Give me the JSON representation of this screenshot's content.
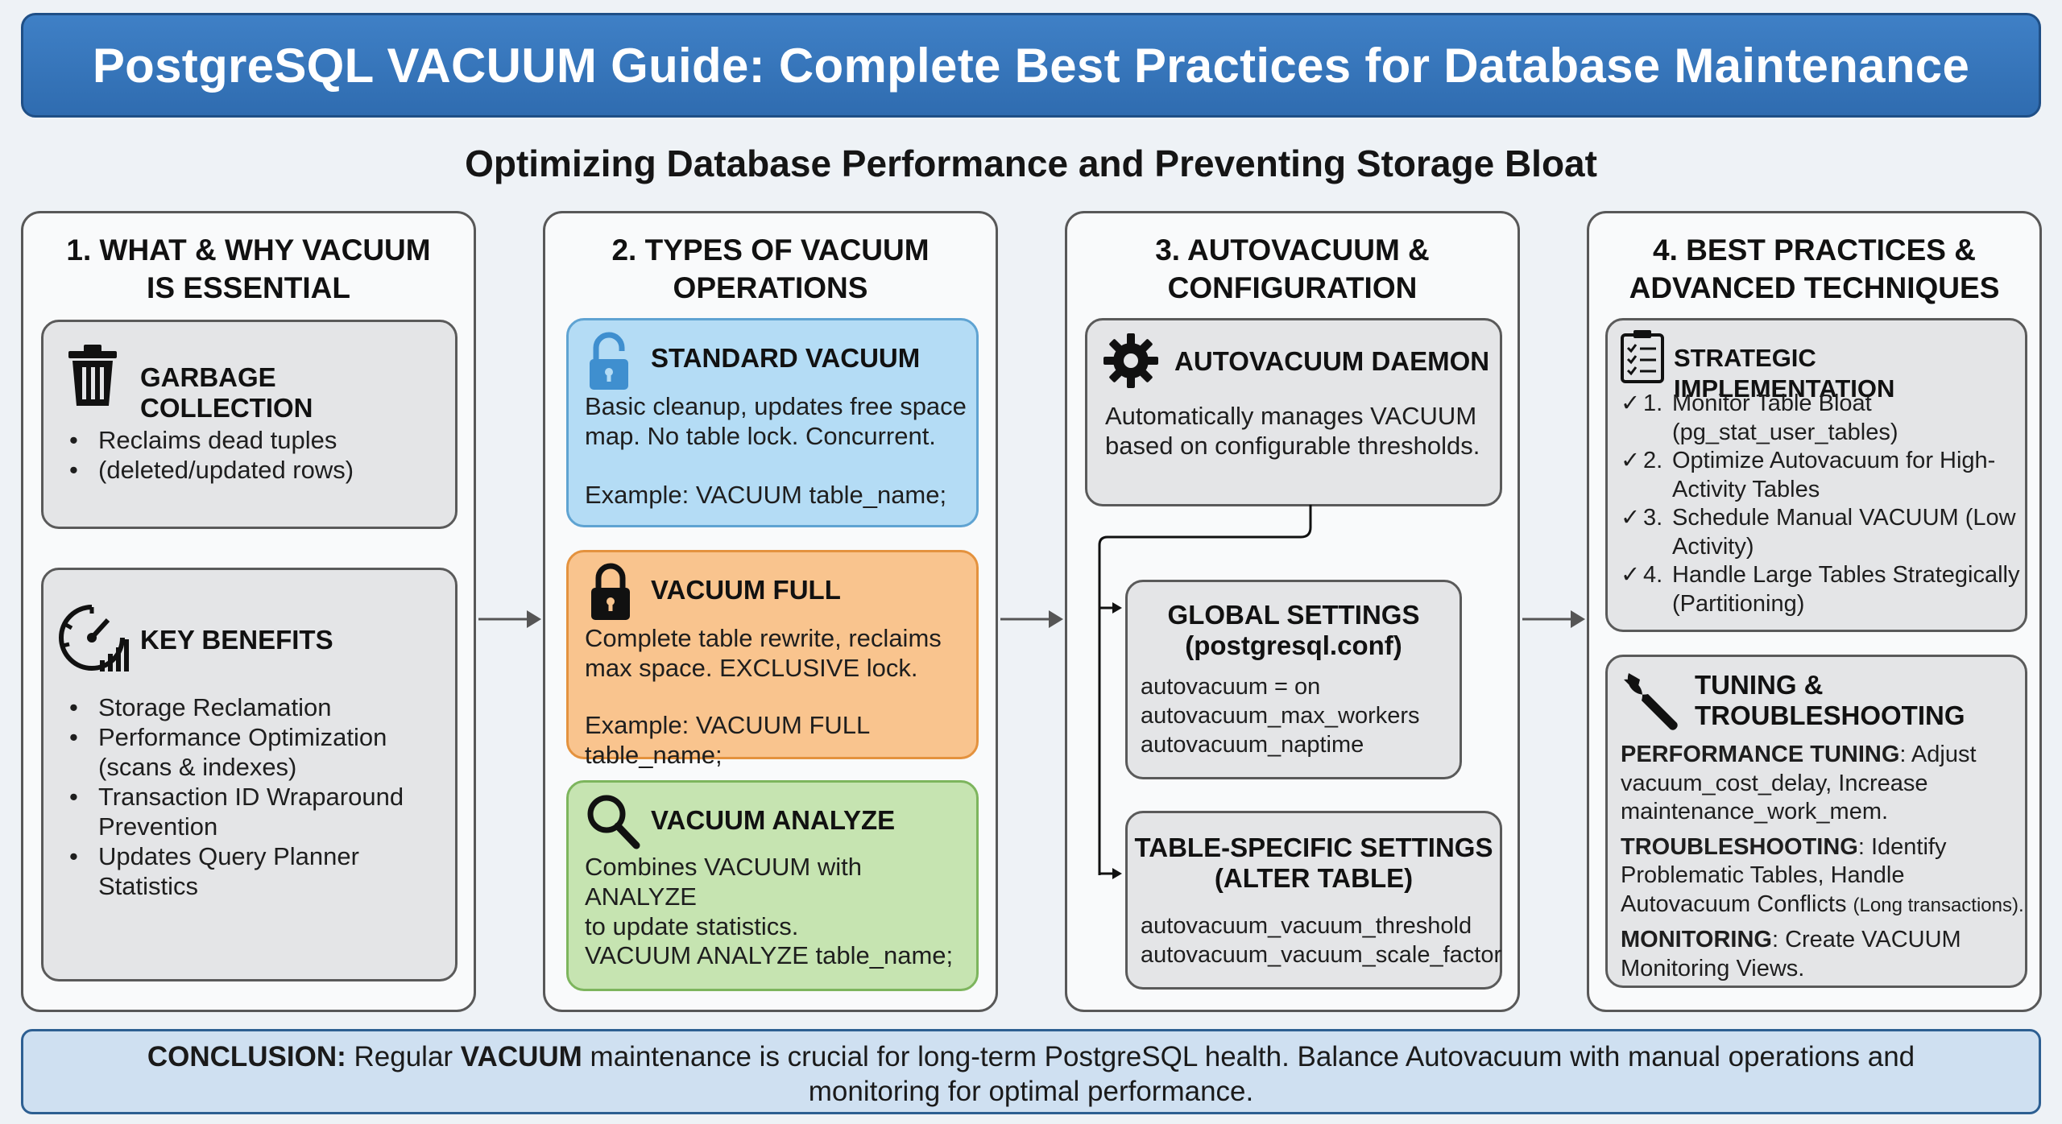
{
  "title": "PostgreSQL VACUUM Guide: Complete Best Practices for Database Maintenance",
  "subtitle": "Optimizing Database Performance and Preventing Storage Bloat",
  "columns": [
    {
      "title_line1": "1.  WHAT & WHY VACUUM",
      "title_line2": "IS ESSENTIAL",
      "cards": [
        {
          "heading": "GARBAGE COLLECTION",
          "icon": "trash-icon",
          "bullets": [
            "Reclaims dead tuples",
            "(deleted/updated rows)"
          ]
        },
        {
          "heading": "KEY BENEFITS",
          "icon": "gauge-icon",
          "bullets": [
            "Storage Reclamation",
            "Performance Optimization",
            "(scans & indexes)",
            "Transaction ID Wraparound",
            "Prevention",
            "Updates Query Planner",
            "Statistics"
          ]
        }
      ]
    },
    {
      "title_line1": "2.  TYPES OF VACUUM",
      "title_line2": "OPERATIONS",
      "cards": [
        {
          "heading": "STANDARD VACUUM",
          "icon": "unlock-icon",
          "desc_line1": "Basic cleanup, updates free space",
          "desc_line2": "map. No table lock. Concurrent.",
          "example": "Example: VACUUM table_name;"
        },
        {
          "heading": "VACUUM FULL",
          "icon": "lock-icon",
          "desc_line1": "Complete table rewrite, reclaims",
          "desc_line2": "max space. EXCLUSIVE lock.",
          "example": "Example: VACUUM FULL table_name;"
        },
        {
          "heading": "VACUUM ANALYZE",
          "icon": "search-icon",
          "desc_line1": "Combines VACUUM with ANALYZE",
          "desc_line2": "to update statistics.",
          "example": "VACUUM ANALYZE table_name;"
        }
      ]
    },
    {
      "title_line1": "3.  AUTOVACUUM &",
      "title_line2": "CONFIGURATION",
      "daemon": {
        "heading": "AUTOVACUUM DAEMON",
        "icon": "gear-icon",
        "desc_line1": "Automatically manages VACUUM",
        "desc_line2": "based on configurable thresholds."
      },
      "global": {
        "heading_line1": "GLOBAL SETTINGS",
        "heading_line2": "(postgresql.conf)",
        "lines": [
          "autovacuum = on",
          "autovacuum_max_workers",
          "autovacuum_naptime"
        ]
      },
      "table": {
        "heading_line1": "TABLE-SPECIFIC SETTINGS",
        "heading_line2": "(ALTER TABLE)",
        "lines": [
          "autovacuum_vacuum_threshold",
          "autovacuum_vacuum_scale_factor"
        ]
      }
    },
    {
      "title_line1": "4. BEST PRACTICES &",
      "title_line2": "ADVANCED TECHNIQUES",
      "strategic": {
        "heading": "STRATEGIC IMPLEMENTATION",
        "icon": "checklist-icon",
        "check": "✓",
        "items": [
          {
            "num": "1.",
            "line1": "Monitor Table Bloat",
            "line2": "(pg_stat_user_tables)"
          },
          {
            "num": "2.",
            "line1": "Optimize Autovacuum for High-",
            "line2": "Activity Tables"
          },
          {
            "num": "3.",
            "line1": "Schedule Manual VACUUM (Low",
            "line2": "Activity)"
          },
          {
            "num": "4.",
            "line1": "Handle Large Tables Strategically",
            "line2": "(Partitioning)"
          }
        ]
      },
      "tuning": {
        "heading_line1": "TUNING &",
        "heading_line2": "TROUBLESHOOTING",
        "icon": "wrench-icon",
        "perf_label": "PERFORMANCE TUNING",
        "perf_text1": ": Adjust",
        "perf_text2": "vacuum_cost_delay, Increase",
        "perf_text3": "maintenance_work_mem.",
        "trouble_label": "TROUBLESHOOTING",
        "trouble_text1": ": Identify",
        "trouble_text2": "Problematic Tables, Handle",
        "trouble_text3": "Autovacuum Conflicts",
        "trouble_small": "(Long transactions).",
        "mon_label": "MONITORING",
        "mon_text1": ": Create VACUUM",
        "mon_text2": "Monitoring Views."
      }
    }
  ],
  "conclusion": {
    "label": "CONCLUSION:",
    "text1": " Regular ",
    "bold": "VACUUM",
    "text2": " maintenance is crucial for long-term PostgreSQL health. Balance Autovacuum with manual operations and monitoring for optimal performance."
  },
  "colors": {
    "banner": "#3577bd",
    "blue_card": "#b4dcf5",
    "orange_card": "#f9c48e",
    "green_card": "#c6e4b1",
    "gray_card": "#e4e5e7"
  }
}
